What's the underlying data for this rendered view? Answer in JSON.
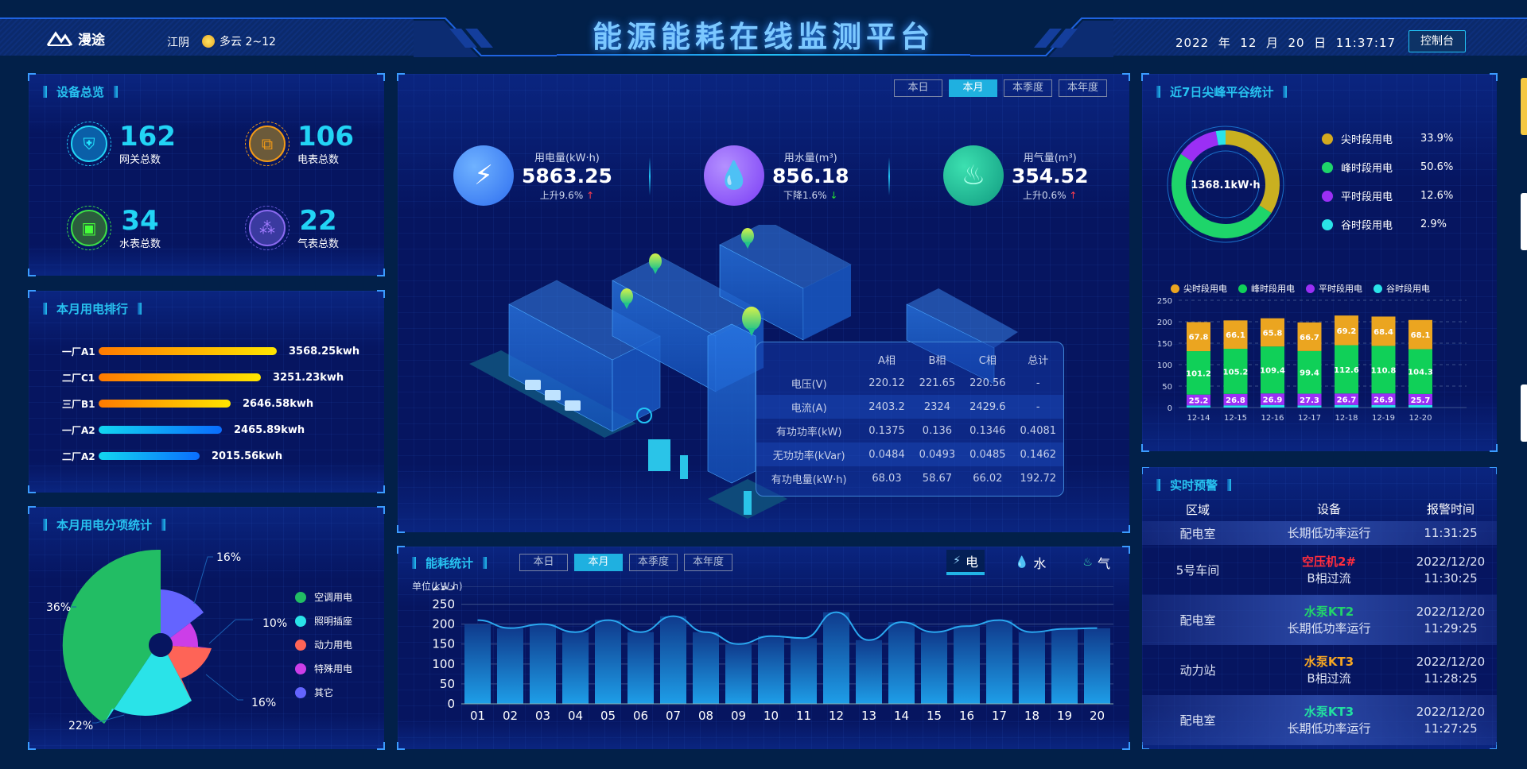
{
  "header": {
    "brand": "漫途",
    "city": "江阴",
    "weather": "多云 2~12",
    "title": "能源能耗在线监测平台",
    "date": {
      "year": "2022",
      "year_unit": "年",
      "month": "12",
      "month_unit": "月",
      "day": "20",
      "day_unit": "日",
      "time": "11:37:17"
    },
    "console_label": "控制台"
  },
  "device_overview": {
    "title": "设备总览",
    "items": [
      {
        "count": "162",
        "label": "网关总数",
        "icon": "shield-bolt-icon",
        "color": "#22c4f5"
      },
      {
        "count": "106",
        "label": "电表总数",
        "icon": "meter-bolt-icon",
        "color": "#f29a17"
      },
      {
        "count": "34",
        "label": "水表总数",
        "icon": "water-meter-icon",
        "color": "#3ce046"
      },
      {
        "count": "22",
        "label": "气表总数",
        "icon": "gas-bubbles-icon",
        "color": "#8a6af0"
      }
    ]
  },
  "ranking": {
    "title": "本月用电排行",
    "items": [
      {
        "name": "一厂A1",
        "value": "3568.25kwh",
        "num": 3568.25,
        "style": "orange"
      },
      {
        "name": "二厂C1",
        "value": "3251.23kwh",
        "num": 3251.23,
        "style": "orange"
      },
      {
        "name": "三厂B1",
        "value": "2646.58kwh",
        "num": 2646.58,
        "style": "orange"
      },
      {
        "name": "一厂A2",
        "value": "2465.89kwh",
        "num": 2465.89,
        "style": "blue"
      },
      {
        "name": "二厂A2",
        "value": "2015.56kwh",
        "num": 2015.56,
        "style": "blue"
      }
    ]
  },
  "breakdown": {
    "title": "本月用电分项统计",
    "legend": [
      {
        "label": "空调用电",
        "color": "#22bd64"
      },
      {
        "label": "照明插座",
        "color": "#2ae3e8"
      },
      {
        "label": "动力用电",
        "color": "#fe6457"
      },
      {
        "label": "特殊用电",
        "color": "#cc3ee8"
      },
      {
        "label": "其它",
        "color": "#6464ff"
      }
    ],
    "labels": {
      "ac": "36%",
      "light": "22%",
      "power": "16%",
      "special": "10%",
      "other": "16%"
    }
  },
  "center": {
    "tabs": [
      "本日",
      "本月",
      "本季度",
      "本年度"
    ],
    "active_tab": 1,
    "kpis": [
      {
        "title": "用电量(kW·h)",
        "value": "5863.25",
        "trend": "上升9.6%",
        "dir": "up",
        "icon": "bolt-icon"
      },
      {
        "title": "用水量(m³)",
        "value": "856.18",
        "trend": "下降1.6%",
        "dir": "down",
        "icon": "water-drop-icon"
      },
      {
        "title": "用气量(m³)",
        "value": "354.52",
        "trend": "上升0.6%",
        "dir": "up",
        "icon": "steam-icon"
      }
    ],
    "phase_table": {
      "headers": [
        "",
        "A相",
        "B相",
        "C相",
        "总计"
      ],
      "rows": [
        [
          "电压(V)",
          "220.12",
          "221.65",
          "220.56",
          "-"
        ],
        [
          "电流(A)",
          "2403.2",
          "2324",
          "2429.6",
          "-"
        ],
        [
          "有功功率(kW)",
          "0.1375",
          "0.136",
          "0.1346",
          "0.4081"
        ],
        [
          "无功功率(kVar)",
          "0.0484",
          "0.0493",
          "0.0485",
          "0.1462"
        ],
        [
          "有功电量(kW·h)",
          "68.03",
          "58.67",
          "66.02",
          "192.72"
        ]
      ]
    }
  },
  "energy_stats": {
    "title": "能耗统计",
    "tabs": [
      "本日",
      "本月",
      "本季度",
      "本年度"
    ],
    "active_tab": 1,
    "switch": [
      {
        "label": "电",
        "icon": "bolt-icon"
      },
      {
        "label": "水",
        "icon": "water-drop-icon"
      },
      {
        "label": "气",
        "icon": "steam-icon"
      }
    ],
    "active_switch": 0,
    "unit": "单位(kW·h)"
  },
  "peak_valley": {
    "title": "近7日尖峰平谷统计",
    "total": "1368.1kW·h",
    "legend": [
      {
        "label": "尖时段用电",
        "pct": "33.9%",
        "color": "#d4aa20"
      },
      {
        "label": "峰时段用电",
        "pct": "50.6%",
        "color": "#1ed56a"
      },
      {
        "label": "平时段用电",
        "pct": "12.6%",
        "color": "#9b2ff5"
      },
      {
        "label": "谷时段用电",
        "pct": "2.9%",
        "color": "#2ae3e8"
      }
    ],
    "bar_legend": [
      "尖时段用电",
      "峰时段用电",
      "平时段用电",
      "谷时段用电"
    ]
  },
  "alarms": {
    "title": "实时预警",
    "headers": [
      "区域",
      "设备",
      "报警时间"
    ],
    "rows": [
      {
        "area": "配电室",
        "device": "",
        "device_color": "#22d46a",
        "issue": "长期低功率运行",
        "date": "",
        "time": "11:31:25"
      },
      {
        "area": "5号车间",
        "device": "空压机2#",
        "device_color": "#ff2d3d",
        "issue": "B相过流",
        "date": "2022/12/20",
        "time": "11:30:25"
      },
      {
        "area": "配电室",
        "device": "水泵KT2",
        "device_color": "#22d46a",
        "issue": "长期低功率运行",
        "date": "2022/12/20",
        "time": "11:29:25"
      },
      {
        "area": "动力站",
        "device": "水泵KT3",
        "device_color": "#f5a623",
        "issue": "B相过流",
        "date": "2022/12/20",
        "time": "11:28:25"
      },
      {
        "area": "配电室",
        "device": "水泵KT3",
        "device_color": "#22e0a0",
        "issue": "长期低功率运行",
        "date": "2022/12/20",
        "time": "11:27:25"
      }
    ]
  },
  "chart_data": [
    {
      "type": "bar",
      "title": "本月用电排行",
      "categories": [
        "一厂A1",
        "二厂C1",
        "三厂B1",
        "一厂A2",
        "二厂A2"
      ],
      "values": [
        3568.25,
        3251.23,
        2646.58,
        2465.89,
        2015.56
      ],
      "xlabel": "",
      "ylabel": "kwh",
      "orientation": "horizontal"
    },
    {
      "type": "pie",
      "title": "本月用电分项统计",
      "categories": [
        "空调用电",
        "照明插座",
        "动力用电",
        "特殊用电",
        "其它"
      ],
      "values": [
        36,
        22,
        16,
        10,
        16
      ],
      "rose": true
    },
    {
      "type": "pie",
      "title": "近7日尖峰平谷统计",
      "categories": [
        "尖时段用电",
        "峰时段用电",
        "平时段用电",
        "谷时段用电"
      ],
      "values": [
        33.9,
        50.6,
        12.6,
        2.9
      ],
      "center_label": "1368.1kW·h",
      "donut": true
    },
    {
      "type": "bar",
      "title": "近7日尖峰平谷统计 (stacked)",
      "categories": [
        "12-14",
        "12-15",
        "12-16",
        "12-17",
        "12-18",
        "12-19",
        "12-20"
      ],
      "series": [
        {
          "name": "谷时段用电",
          "values": [
            5,
            5,
            6,
            5,
            6,
            6,
            6
          ]
        },
        {
          "name": "平时段用电",
          "values": [
            25.2,
            26.8,
            26.9,
            27.3,
            26.7,
            26.9,
            25.7
          ]
        },
        {
          "name": "峰时段用电",
          "values": [
            101.2,
            105.2,
            109.4,
            99.4,
            112.6,
            110.8,
            104.3
          ]
        },
        {
          "name": "尖时段用电",
          "values": [
            67.8,
            66.1,
            65.8,
            66.7,
            69.2,
            68.4,
            68.1
          ]
        }
      ],
      "ylim": [
        0,
        250
      ],
      "yticks": [
        0,
        50,
        100,
        150,
        200,
        250
      ],
      "grid": true,
      "legend_position": "top"
    },
    {
      "type": "bar",
      "title": "能耗统计",
      "ylabel": "单位(kW·h)",
      "categories": [
        "01",
        "02",
        "03",
        "04",
        "05",
        "06",
        "07",
        "08",
        "09",
        "10",
        "11",
        "12",
        "13",
        "14",
        "15",
        "16",
        "17",
        "18",
        "19",
        "20"
      ],
      "series": [
        {
          "name": "bar",
          "values": [
            200,
            190,
            200,
            180,
            210,
            180,
            220,
            180,
            150,
            170,
            165,
            230,
            160,
            205,
            180,
            195,
            210,
            180,
            188,
            190
          ]
        },
        {
          "name": "line",
          "values": [
            210,
            190,
            200,
            180,
            210,
            180,
            220,
            180,
            150,
            170,
            165,
            230,
            160,
            205,
            180,
            195,
            210,
            180,
            188,
            190
          ]
        }
      ],
      "ylim": [
        0,
        295
      ],
      "yticks": [
        0,
        50,
        100,
        150,
        200,
        250,
        295
      ],
      "grid": true
    }
  ]
}
